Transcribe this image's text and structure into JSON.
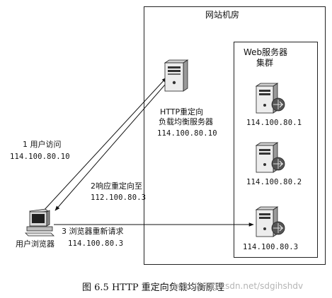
{
  "room_title": "网站机房",
  "cluster_title_line1": "Web服务器",
  "cluster_title_line2": "集群",
  "lb": {
    "line1": "HTTP重定向",
    "line2": "负载均衡服务器",
    "ip": "114.100.80.10"
  },
  "servers": [
    {
      "ip": "114.100.80.1"
    },
    {
      "ip": "114.100.80.2"
    },
    {
      "ip": "114.100.80.3"
    }
  ],
  "step1": {
    "title": "1 用户访问",
    "ip": "114.100.80.10"
  },
  "step2": {
    "title": "2响应重定向至",
    "ip": "112.100.80.3"
  },
  "step3": {
    "title": "3 浏览器重新请求",
    "ip": "114.100.80.3"
  },
  "client_label": "用户浏览器",
  "caption": "图 6.5  HTTP 重定向负载均衡原理",
  "watermark": "http://blog.csdn.net/sdgihshdv"
}
